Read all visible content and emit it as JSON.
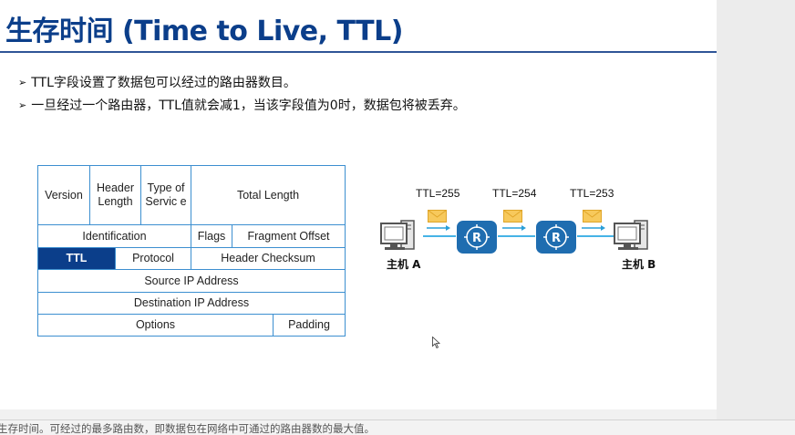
{
  "slide": {
    "title": "生存时间 (Time to Live, TTL)",
    "bullets": [
      "TTL字段设置了数据包可以经过的路由器数目。",
      "一旦经过一个路由器，TTL值就会减1，当该字段值为0时，数据包将被丢弃。"
    ],
    "ip_header": {
      "version": "Version",
      "header_length": "Header Length",
      "type_of_service": "Type of Servic e",
      "total_length": "Total Length",
      "identification": "Identification",
      "flags": "Flags",
      "fragment_offset": "Fragment Offset",
      "ttl": "TTL",
      "protocol": "Protocol",
      "header_checksum": "Header Checksum",
      "source_ip": "Source IP Address",
      "destination_ip": "Destination IP Address",
      "options": "Options",
      "padding": "Padding",
      "highlight_color": "#0b3e8a",
      "border_color": "#3c8fd0"
    },
    "network": {
      "ttl_labels": [
        "TTL=255",
        "TTL=254",
        "TTL=253"
      ],
      "host_a": "主机 A",
      "host_b": "主机 B",
      "router_symbol": "R",
      "router_color": "#1f6db0",
      "link_color": "#46b3e6",
      "icons": [
        "pc-icon",
        "envelope-icon",
        "router-icon"
      ]
    }
  },
  "notes": {
    "text": "生存时间。可经过的最多路由数，即数据包在网络中可通过的路由器数的最大值。"
  }
}
